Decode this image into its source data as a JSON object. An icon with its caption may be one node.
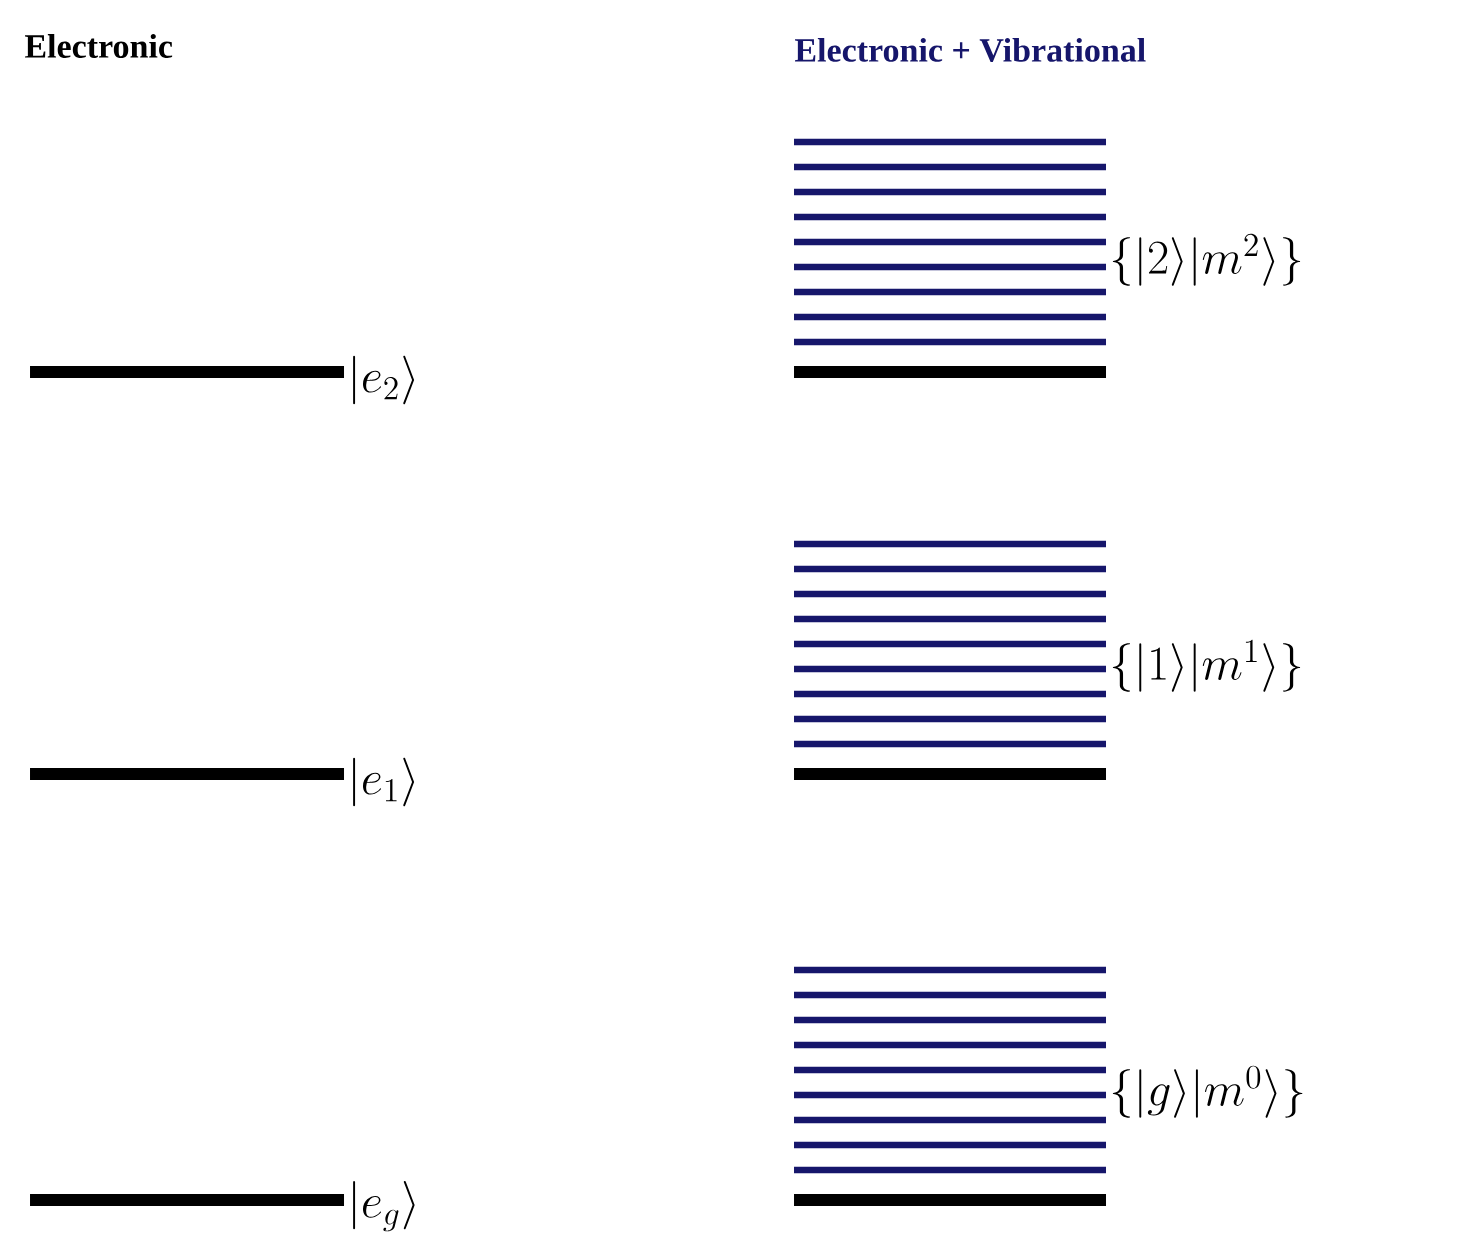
{
  "diagram": {
    "labels": [
      "Electronic",
      "Electronic + Vibrational",
      "\\{|2\\rangle|m^2\\rangle\\}",
      "|e_2\\rangle",
      "\\{|1\\rangle|m^1\\rangle\\}",
      "|e_1\\rangle",
      "\\{|g\\rangle|m^0\\rangle\\}",
      "|e_g\\rangle"
    ]
  }
}
